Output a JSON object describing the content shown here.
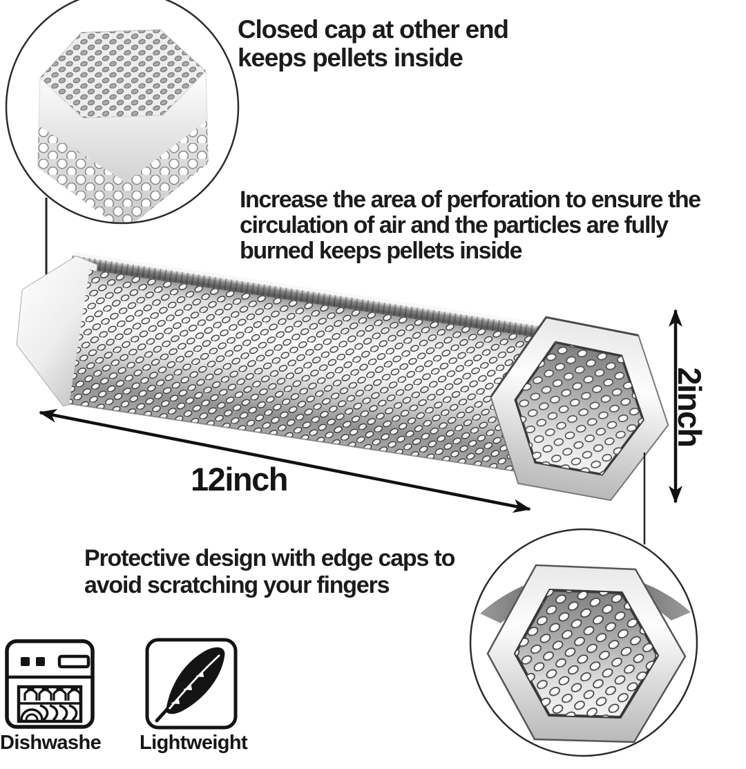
{
  "product": {
    "callout_top": "Closed cap at other end\nkeeps pellets inside",
    "callout_middle": "Increase the area of perforation to ensure the\ncirculation of air and the particles are fully\nburned keeps pellets inside",
    "callout_bottom": "Protective design with edge caps to\navoid scratching your fingers",
    "dimension_length": "12inch",
    "dimension_height": "2inch",
    "features": [
      {
        "icon": "dishwasher-icon",
        "label": "Dishwashe"
      },
      {
        "icon": "feather-icon",
        "label": "Lightweight"
      }
    ],
    "colors": {
      "background": "#ffffff",
      "text": "#1b1b1b",
      "line": "#111111",
      "metal_light": "#f5f5f5",
      "metal_mid": "#c9c9c9",
      "metal_dark": "#6f6f6f"
    }
  }
}
